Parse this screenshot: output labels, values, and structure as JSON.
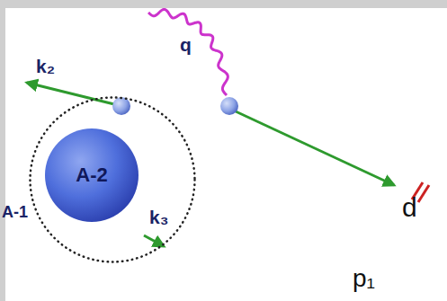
{
  "diagram": {
    "nodes": [
      {
        "text": [
          "A-1"
        ]
      },
      {
        "text": [
          "A-2"
        ],
        "in": 0
      }
    ],
    "labels": [
      "q",
      "k₂",
      "k₃",
      "d",
      "p₁"
    ]
  }
}
